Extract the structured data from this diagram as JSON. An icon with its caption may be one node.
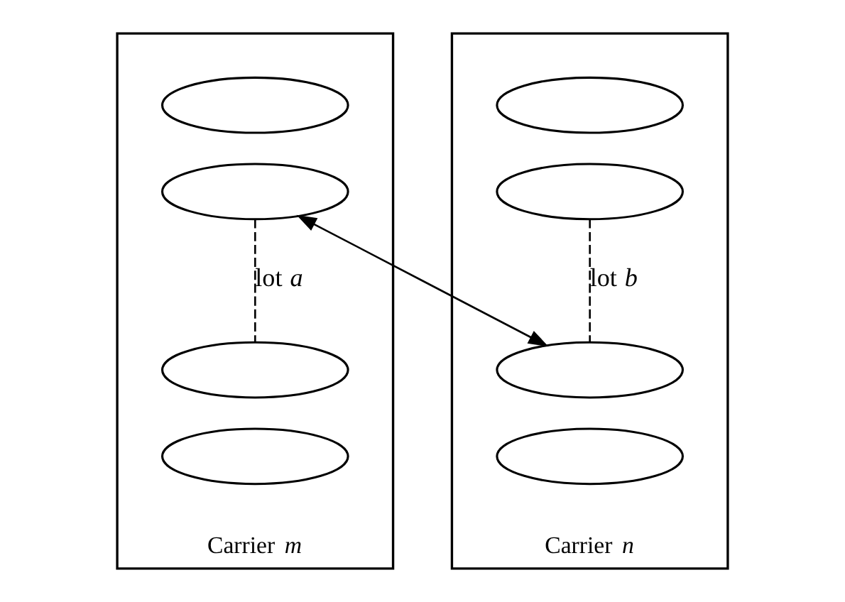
{
  "diagram": {
    "nodes": [
      {
        "text": [
          "Carrier *m*"
        ]
      },
      {
        "text": [],
        "shape": "ellipse",
        "in": 0
      },
      {
        "text": [],
        "shape": "ellipse",
        "in": 0
      },
      {
        "text": [],
        "shape": "ellipse",
        "in": 0
      },
      {
        "text": [],
        "shape": "ellipse",
        "in": 0
      },
      {
        "text": [
          "Carrier *n*"
        ]
      },
      {
        "text": [],
        "shape": "ellipse",
        "in": 5
      },
      {
        "text": [],
        "shape": "ellipse",
        "in": 5
      },
      {
        "text": [],
        "shape": "ellipse",
        "in": 5
      },
      {
        "text": [],
        "shape": "ellipse",
        "in": 5
      }
    ],
    "edges": [
      {
        "from": 2,
        "to": 3,
        "arrow": "none",
        "style": "dashed",
        "label": "lot *a*"
      },
      {
        "from": 7,
        "to": 8,
        "arrow": "none",
        "style": "dashed",
        "label": "lot *b*"
      },
      {
        "from": 2,
        "to": 8,
        "arrow": "both"
      }
    ]
  }
}
